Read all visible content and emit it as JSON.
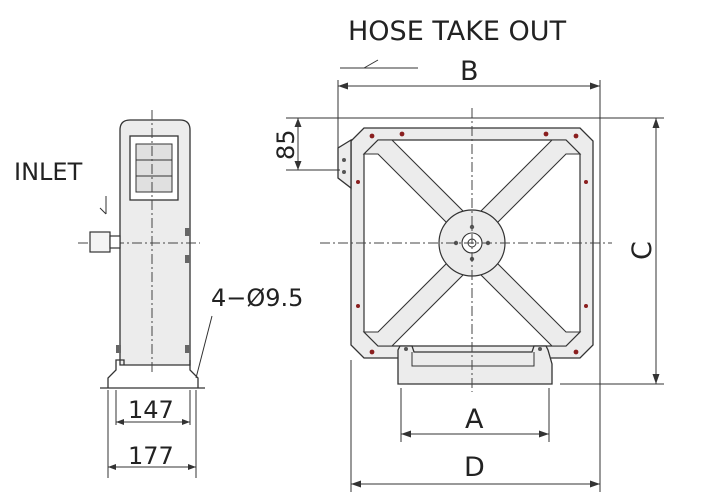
{
  "labels": {
    "hose_take_out": "HOSE TAKE OUT",
    "inlet": "INLET",
    "holes": "4−Ø9.5",
    "dim_a": "A",
    "dim_b": "B",
    "dim_c": "C",
    "dim_d": "D",
    "dim_85": "85",
    "dim_147": "147",
    "dim_177": "177"
  },
  "colors": {
    "line": "#333333",
    "body_fill": "#ececec",
    "bolt_hole": "#8a1f1f"
  }
}
